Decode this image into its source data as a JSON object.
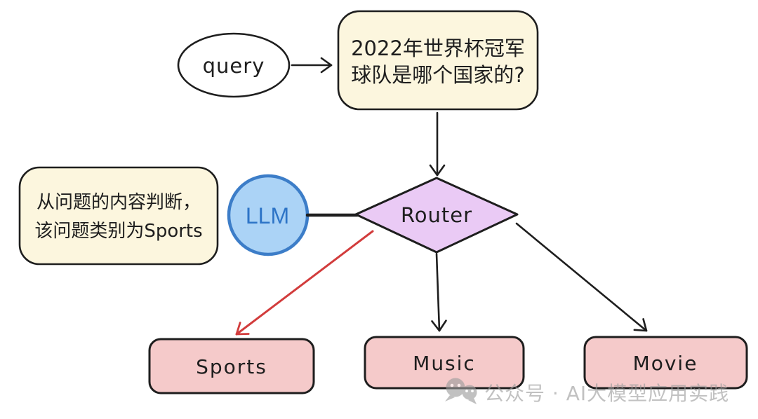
{
  "nodes": {
    "query": {
      "label": "query"
    },
    "question_box": {
      "line1": "2022年世界杯冠军",
      "line2": "球队是哪个国家的?"
    },
    "router": {
      "label": "Router"
    },
    "llm": {
      "label": "LLM"
    },
    "note_box": {
      "line1": "从问题的内容判断，",
      "line2": "该问题类别为Sports"
    },
    "categories": [
      {
        "label": "Sports",
        "highlighted": true
      },
      {
        "label": "Music",
        "highlighted": false
      },
      {
        "label": "Movie",
        "highlighted": false
      }
    ]
  },
  "edges": [
    {
      "from": "query",
      "to": "question_box",
      "style": "black-arrow"
    },
    {
      "from": "question_box",
      "to": "router",
      "style": "black-arrow"
    },
    {
      "from": "llm",
      "to": "router",
      "style": "black-line"
    },
    {
      "from": "router",
      "to": "Sports",
      "style": "red-highlight-arrow"
    },
    {
      "from": "router",
      "to": "Music",
      "style": "black-arrow"
    },
    {
      "from": "router",
      "to": "Movie",
      "style": "black-arrow"
    }
  ],
  "watermark": {
    "icon": "wechat-chat-bubbles-icon",
    "text": "公众号 · AI大模型应用实践"
  },
  "colors": {
    "background": "#FFFFFF",
    "stroke_dark": "#1E1E1E",
    "node_white": "#FFFFFF",
    "note_fill": "#FCF6DE",
    "router_fill": "#EACAF5",
    "llm_fill": "#ABD3F6",
    "llm_stroke": "#3C7DC8",
    "llm_text": "#2D74C7",
    "category_fill": "#F5CACA",
    "highlight_red": "#D23C3C",
    "watermark_gray": "#9C9C9C"
  }
}
